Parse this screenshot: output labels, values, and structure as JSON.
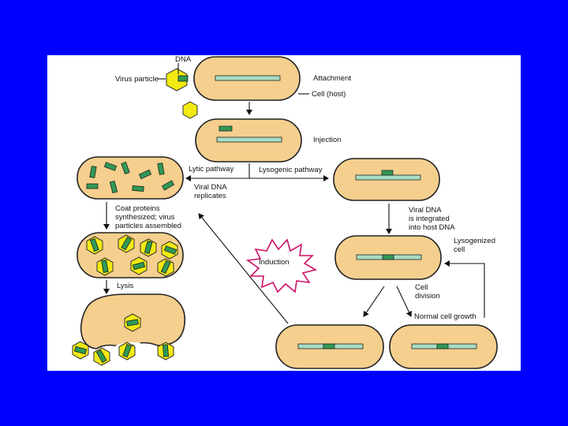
{
  "labels": {
    "dna": "DNA",
    "virus_particle": "Virus particle",
    "attachment": "Attachment",
    "cell_host": "Cell (host)",
    "injection": "Injection",
    "lytic_pathway": "Lytic pathway",
    "lysogenic_pathway": "Lysogenic pathway",
    "viral_dna_replicates_1": "Viral DNA",
    "viral_dna_replicates_2": "replicates",
    "coat_proteins_1": "Coat proteins",
    "coat_proteins_2": "synthesized;  virus",
    "coat_proteins_3": "particles  assembled",
    "lysis": "Lysis",
    "viral_dna_integrated_1": "Viral DNA",
    "viral_dna_integrated_2": "is integrated",
    "viral_dna_integrated_3": "into host DNA",
    "lysogenized_1": "Lysogenized",
    "lysogenized_2": "cell",
    "induction": "Induction",
    "cell_division_1": "Cell",
    "cell_division_2": "division",
    "normal_cell_growth": "Normal cell growth"
  },
  "colors": {
    "background": "#0000ff",
    "panel": "#ffffff",
    "cell_fill": "#f5cf8e",
    "host_dna": "#a8dcc4",
    "viral_dna": "#2f9a55",
    "virus_capsid": "#f2ea12",
    "induction_burst": "#cc1166"
  }
}
